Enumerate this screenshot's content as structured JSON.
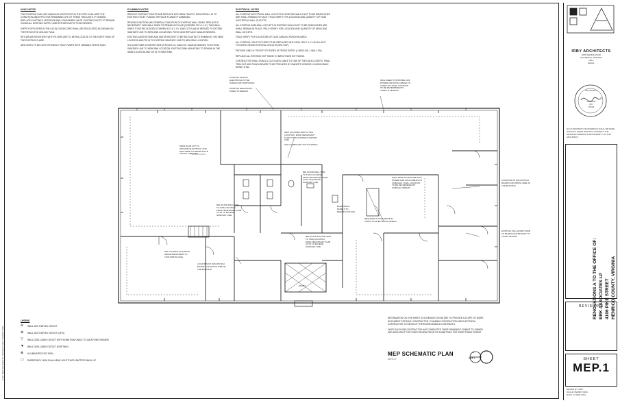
{
  "general_notes": {
    "heading": "HVAC NOTES",
    "items": [
      "TWO EXISTING HVAC AIR HANDLING UNITS EXIST IN THE ATTIC. EVALUATE THE CONDITION AND EFFECTIVE REMAINING LIFE OF THESE TWO UNITS. IF NEEDED REPLACE EXISTING 5 NITROGEN AND CONDENSER UNITS. EXISTING DUCTS TO REMAIN. CLEAN ALL EXISTING SUPPLY AND RETURN DUCTS TO BE REUSED.",
      "SUPPLY DIFFUSERS IN THE LAY-IN CEILING GRID SHALL BE RELOCATED AS SHOWN ON THE REFLECTED CEILING PLAN.",
      "RETURN AIR REGISTERS WITH FILTERS ARE TO BE RELOCATED TO THE NORTH SIDE OF THE EXISTING CHASE.",
      "NEW UNITS TO BE HIGH EFFICIENCY HEAT PUMPS WITH VARIABLE SPEED FANS."
    ]
  },
  "plumbing_notes": {
    "heading": "PLUMBING NOTES",
    "items": [
      "REMOVE EXISTING TOILETS AND REPLACE WITH NEW TOILETS. NEW INSTALL IN TO EXISTING TOILET FLANGE, REPLACE FLANGE IF DAMAGED.",
      "REVIEW FUNCTION AND GENERAL CONDITION OF EXISTING WALL SINKS. REPLACE IF NECESSARY. TWO WALL SINKS TO REMAIN IN PLACE (CONFIRM 1ST & 1'-0\"). TWO WALL SINKS TO BE RELOCATED (CONFIRM 1ST & 1'-0\"). SAW CUT SLAB AS NEEDED TO EXTEND SANITARY LINE TO NEW SINK LOCATIONS. PATCH AND REPLACE SLAB AS NEEDED.",
      "EXISTING JANITOR SINK AND WATER HEATER TO BE RELOCATED TO REMAIN AT THE NEW LOCATION AND TIE IN TO EXISTING SANITARY LINE TO NEW SINK LOCATION.",
      "IN LOCATE NEW COUNTER SINK IN ROOM 111. SAW CUT SLAB AS NEEDED TO EXTEND SANITARY LINE TO NEW SINK LOCATION. EXISTING SINK MOUNTING TO REMAIN IN THE SAME LOCATION AND TIE IN TO NEW SINK."
    ]
  },
  "electrical_notes": {
    "heading": "ELECTRICAL NOTES",
    "items": [
      "ALL EXISTING ELECTRICAL WALL OUTLETS IN EXISTING WALLS NOT TO BE DEMOLISHED ARE SHALL REMAIN IN PLACE. FIELD VERIFY FOR LOCATION AND QUANTITY OF NEW ELECTRICAL WALL OUTLETS.",
      "ALL EXISTING DATA WALL OUTLETS IN EXISTING WALLS NOT TO BE DEMOLISHED ARE SHALL REMAIN IN PLACE. FIELD VERIFY FOR LOCATION AND QUANTITY OF NEW DATA WALL OUTLETS.",
      "FIELD VERIFY FOR LOCATIONS OF DATA CABLING PUNCH BOARDS.",
      "ALL EXISTING LIGHT FIXTURES TO BE REPLACED WITH NEW LED 2' X 4' LAY-IN LIGHT FIXTURES, REUSE EXISTING CIRCUITS (SEE RCP).",
      "PROVIDE ONE 1/4\" RECEPT FIXTURES AT FRONT ENTRY (1 WIDE DAL 1 WALL ON).",
      "REPLACE ALL EXISTING EXIT SIGNS TO MATCH NEW EXIT SIGNS.",
      "CONTRACTOR SHALL RUN ALL CAT 6 DATA CABLE TO ONE OF THE DATA CLOSETS. FINAL TRIM OUT AND PUNCH BOARD TO BE PROVIDED BY OWNER'S VENDOR. IN DATA CABLE RUNS TOTAL."
    ]
  },
  "firm": {
    "name": "IRBY ARCHITECTS",
    "address_lines": [
      "2005 SIERRA ROAD",
      "RICHMOND, VIRGINIA",
      "CELL",
      "EMAIL"
    ],
    "seal_lines": [
      "ARCHITECT",
      "LICENSE",
      "NO.",
      "3/9/23"
    ],
    "note": "NO ALTERATION OF DRAWINGS SHALL BE MADE WITHOUT PRIOR WRITTEN CONSENT. THE DRAWINGS REMAIN THE PROPERTY OF THE ARCHITECT."
  },
  "project": {
    "title_lines": [
      "RENOVATIONS A TO THE OFFICE OF:",
      "ERK ASSOCIATES LP",
      "4106 PIKE STREET",
      "HENRICO COUNTY, VIRGINIA"
    ]
  },
  "revisions_label": "REVISIONS",
  "sheet": {
    "label": "SHEET",
    "number": "MEP.1",
    "drawn_by": "DRAWN BY:  IRBY",
    "scale": "SCALE:  PERMIT DWG",
    "date": "DATE:  14 MAR 2023"
  },
  "plan": {
    "title": "MEP SCHEMATIC PLAN",
    "scale": "1/8\"=1'-0\"",
    "detail_ref": "1",
    "detail_sheet": "MEP.1",
    "entry_label": "ENTRY"
  },
  "callouts": [
    "EXISTING CEILING\nELECTRICAL IN THE\nPANELS AND SWITCHING",
    "EXISTING ELECTRICAL\nPANEL TO REMAIN",
    "WALL FEED TO PROVIDE 110V\nPOWER AND DATA CABLES TO\nCUBICLES. FINAL LOCATION\nTO BE DETERMINED BY\nCUBICLE VENDOR",
    "NEW COUNTER SINK IN THIS\nLOCATION. MAKE NECESSARY\nSLAB CUT TO EXTEND SANITARY\nLINE",
    "HIGH COMPLIANT ADA FOUNTAIN",
    "MAKE SLAB CUT TO\nPROVIDE ELECTRICAL AND\nDATA FEED TO RECEPTACLE\nOFFICE CUBICLES",
    "RELOCATE WALL SINK\nTO THIS LOCATION.\nMAKE NECESSARY SLAB\nCUTS TO EXTEND\nSANITARY LINE",
    "WALL FEED TO PROVIDE 110V\nPOWER AND DATA CABLES TO\nCUBICLES. FINAL LOCATION\nTO BE DETERMINED BY\nCUBICLE VENDOR",
    "LOCATION OF DATA PUNCH\nBOARD FOR NORTH SIDE OF\nTHE BUILDING",
    "RELOCATE WALL SINK\nTO THIS LOCATION.\nMAKE NECESSARY SLAB\nCUTS TO EXTEND\nSANITARY LINE",
    "ELECTRICAL\nPANELS TO\nREMAIN IN PLACE",
    "REQUIRED FLOOR SPACE IN\nFRONT OF ELECTRICAL PANELS",
    "EXISTING PULL DOWN STAIR\nTO BE RELOCATED NEXT TO\nTOILET ROOMS",
    "WH LOCATED IN PLENUM\nABOVE REGISTERS TO\nTHIS NORTH FACE",
    "RELOCATE JANITOR SINK\nTO THIS LOCATION.\nMAKE NECESSARY SLAB\nCUTS TO EXTEND\nSANITARY LINE",
    "LOCATION OF DATA PUNCH\nBOARD FOR SOUTH SIDE OF\nTHE BUILDING"
  ],
  "plan_notes": [
    "INFORMATION ON THIS SHEET IS SCHEMATIC IN NATURE TO PROVIDE A SCOPE OF WORK DOCUMENT FOR EACH CONTRACTOR. PLUMBING CONTRACTOR AND ELECTRICAL CONTRACTOR TO DEVELOP THEIR DESIGN BUILD CONTRACTS.",
    "ONCE EACH SUB-CONTRACTOR HAS COMPLETED THEIR DRAWINGS, SUBMIT TO OWNER AND ARCHITECT FOR THEIR REVIEW PRIOR TO SUBMITTING FOR THEIR TRADE PERMIT."
  ],
  "legend": {
    "heading": "LEGEND",
    "items": [
      {
        "symbol": "⊖",
        "label": "WALL 110V DUPLEX OUTLET"
      },
      {
        "symbol": "⊕",
        "label": "WALL 110V DUPLEX OUTLET (GFCI)"
      },
      {
        "symbol": "▽",
        "label": "WALL DATA CABLE OUTLET WITH HOME RUN CABLE TO DATA PUNCH BOARD"
      },
      {
        "symbol": "▼",
        "label": "WALL DATA CABLE OUTLET (EXISTING)"
      },
      {
        "symbol": "⊗",
        "label": "ILLUMINATED EXIT SIGN"
      },
      {
        "symbol": "▭",
        "label": "EMERGENCY HIGH DUAL HEAD LIGHTS WITH BATTERY BACK UP"
      }
    ]
  },
  "side_strip": "A-00 / MEP-SCHEMATIC / PROJECT 2023 / PERMIT DWG"
}
